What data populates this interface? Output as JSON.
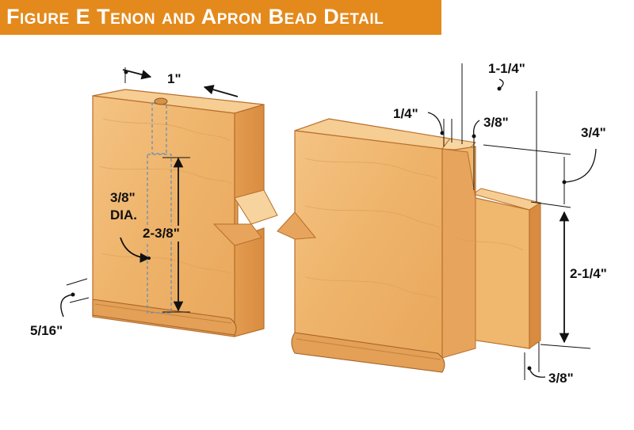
{
  "title": "Figure E  Tenon and Apron Bead Detail",
  "colors": {
    "title_bg": "#e48a1c",
    "wood_face": "#f0b872",
    "wood_top": "#f7cf94",
    "wood_side": "#e19a4f",
    "wood_edge": "#c07832",
    "line": "#111111"
  },
  "labels": {
    "leg_width": "1\"",
    "hole_dia_line1": "3/8\"",
    "hole_dia_line2": "DIA.",
    "hole_depth": "2-3/8\"",
    "bead": "5/16\"",
    "tenon_length": "1-1/4\"",
    "shoulder_quarter": "1/4\"",
    "shoulder_three_eighths": "3/8\"",
    "top_offset": "3/4\"",
    "tenon_width": "2-1/4\"",
    "bottom_offset": "3/8\""
  }
}
